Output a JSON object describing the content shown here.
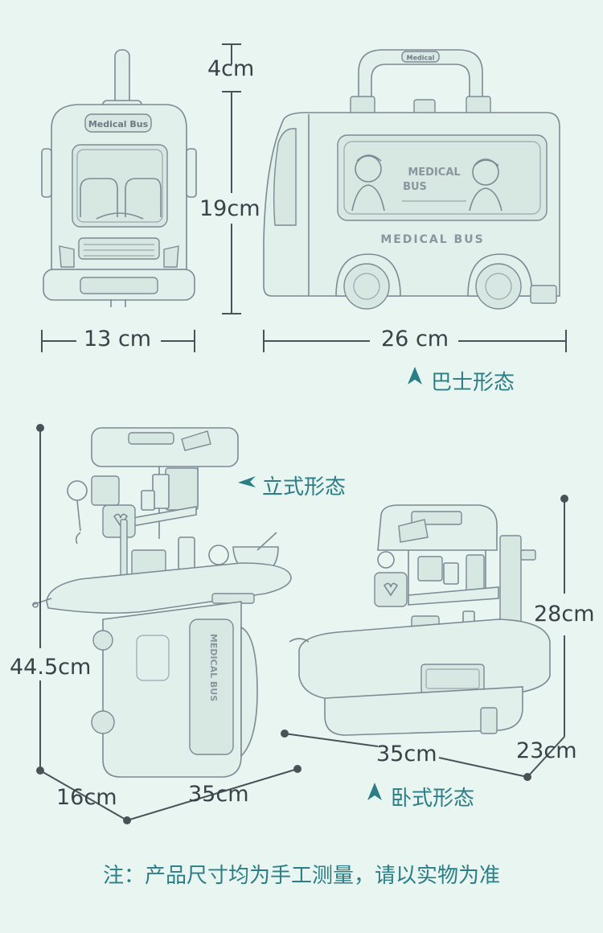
{
  "top": {
    "front_height_top": "4cm",
    "front_height_main": "19cm",
    "front_width": "13 cm",
    "side_width": "26 cm",
    "caption": "巴士形态",
    "handle_label": "Medical",
    "front_badge": "Medical Bus",
    "panel_text_line1": "MEDICAL",
    "panel_text_line2": "BUS",
    "side_text": "MEDICAL BUS"
  },
  "standing": {
    "caption": "立式形态",
    "height": "44.5cm",
    "depth": "16cm",
    "width": "35cm",
    "body_text": "MEDICAL BUS"
  },
  "lying": {
    "caption": "卧式形态",
    "height": "28cm",
    "width": "35cm",
    "depth": "23cm"
  },
  "note": "注：产品尺寸均为手工测量，请以实物为准",
  "colors": {
    "background": "#e9f5f1",
    "accent": "#2a7f86",
    "line": "#4a5258"
  }
}
